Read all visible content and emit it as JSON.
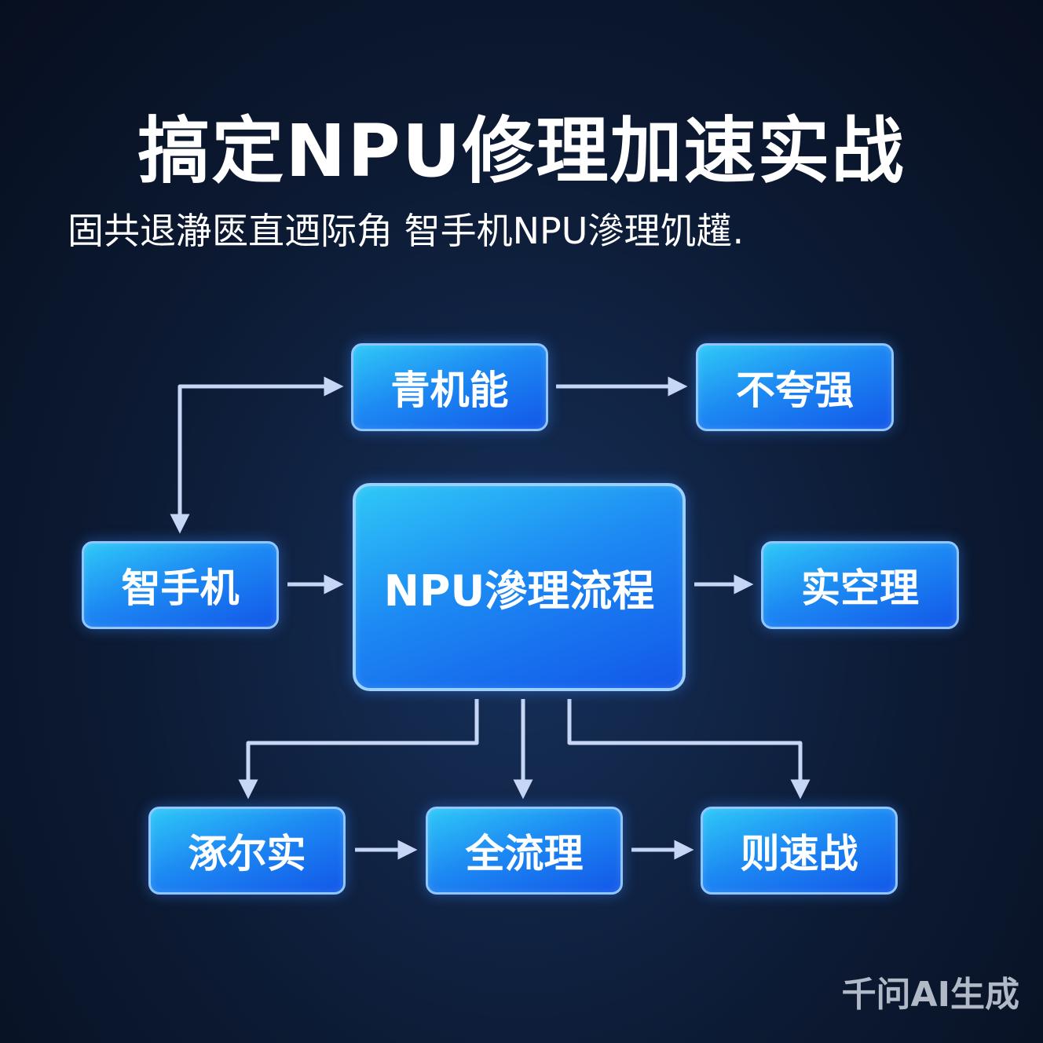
{
  "title": "搞定NPU修理加速实战",
  "subtitle": "固共退瀞匧直迺际角 智手机NPU滲理饥䟒.",
  "nodes": {
    "top_left": "青机能",
    "top_right": "不夸强",
    "left": "智手机",
    "center": "NPU滲理流程",
    "right": "实空理",
    "bottom_left": "涿尔实",
    "bottom_mid": "全流理",
    "bottom_right": "则速战"
  },
  "watermark": "千问AI生成",
  "colors": {
    "box_top": "#2fc8f7",
    "box_bottom": "#1257e8",
    "box_border": "#8fc6ff",
    "arrow": "#c6d6f5"
  }
}
